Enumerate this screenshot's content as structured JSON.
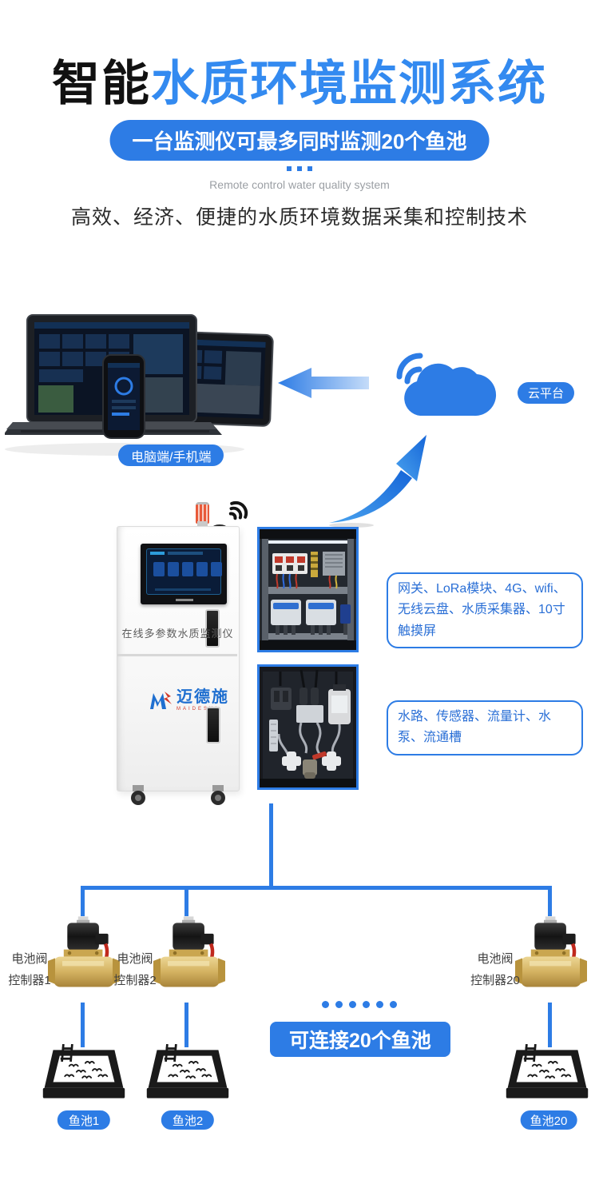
{
  "colors": {
    "primary": "#2d7ce5",
    "title_blue": "#338af0",
    "dark_icon": "#1a1a1a"
  },
  "header": {
    "title_black": "智能",
    "title_blue": "水质环境监测系统",
    "banner": "一台监测仪可最多同时监测20个鱼池",
    "subtitle_en": "Remote control water quality system",
    "subtitle": "高效、经济、便捷的水质环境数据采集和控制技术"
  },
  "diagram": {
    "clients_label": "电脑端/手机端",
    "cloud_label": "云平台",
    "device_label": "在线多参数水质监测仪",
    "brand": "迈德施",
    "brand_sub": "MAIDESHI",
    "callout_top": "网关、LoRa模块、4G、wifi、无线云盘、水质采集器、10寸触摸屏",
    "callout_bottom": "水路、传感器、流量计、水泵、流通槽",
    "valves": [
      {
        "label_line1": "电池阀",
        "label_line2": "控制器1"
      },
      {
        "label_line1": "电池阀",
        "label_line2": "控制器2"
      },
      {
        "label_line1": "电池阀",
        "label_line2": "控制器20"
      }
    ],
    "connect_banner": "可连接20个鱼池",
    "ponds": [
      {
        "label": "鱼池1"
      },
      {
        "label": "鱼池2"
      },
      {
        "label": "鱼池20"
      }
    ]
  }
}
